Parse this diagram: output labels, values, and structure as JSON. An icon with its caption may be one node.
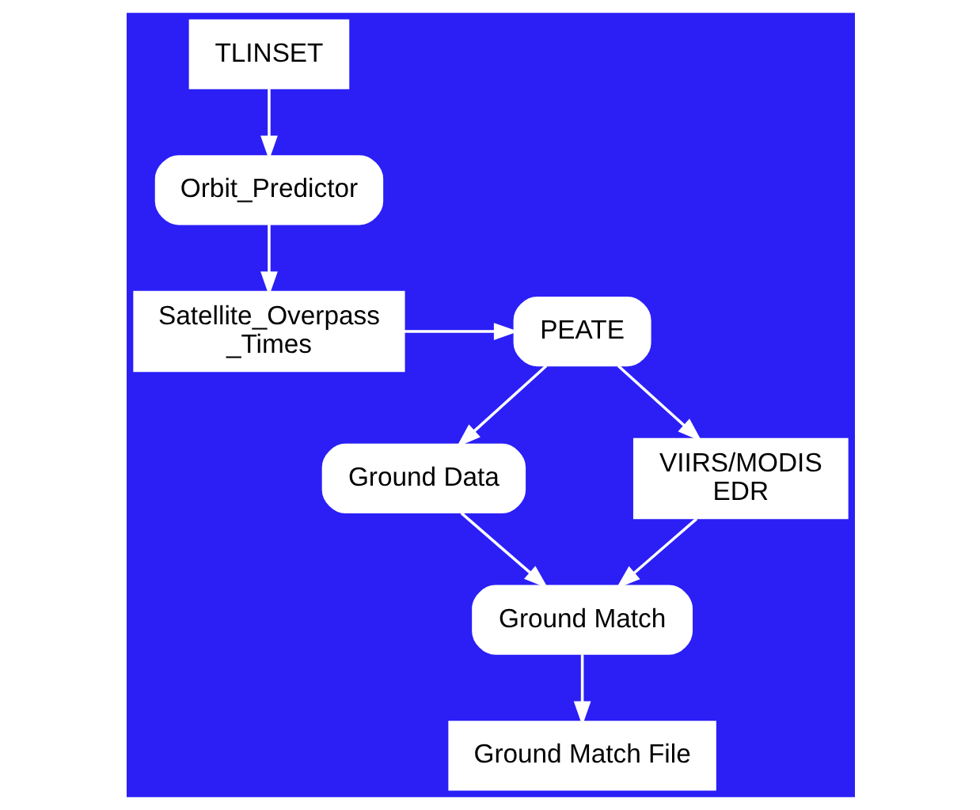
{
  "diagram": {
    "nodes": [
      {
        "text": [
          "TLINSET"
        ]
      },
      {
        "text": [
          "Orbit_Predictor"
        ]
      },
      {
        "text": [
          "Satellite_Overpass _Times"
        ]
      },
      {
        "text": [
          "PEATE"
        ]
      },
      {
        "text": [
          "Ground Data"
        ]
      },
      {
        "text": [
          "VIIRS/MODIS EDR"
        ]
      },
      {
        "text": [
          "Ground Match"
        ]
      },
      {
        "text": [
          "Ground Match File"
        ]
      }
    ],
    "edges": [
      {
        "from": 0,
        "to": 1,
        "arrow": "to"
      },
      {
        "from": 1,
        "to": 2,
        "arrow": "to"
      },
      {
        "from": 2,
        "to": 3,
        "arrow": "to"
      },
      {
        "from": 3,
        "to": 4,
        "arrow": "to"
      },
      {
        "from": 3,
        "to": 5,
        "arrow": "to"
      },
      {
        "from": 4,
        "to": 6,
        "arrow": "to"
      },
      {
        "from": 5,
        "to": 6,
        "arrow": "to"
      },
      {
        "from": 6,
        "to": 7,
        "arrow": "to"
      }
    ]
  }
}
